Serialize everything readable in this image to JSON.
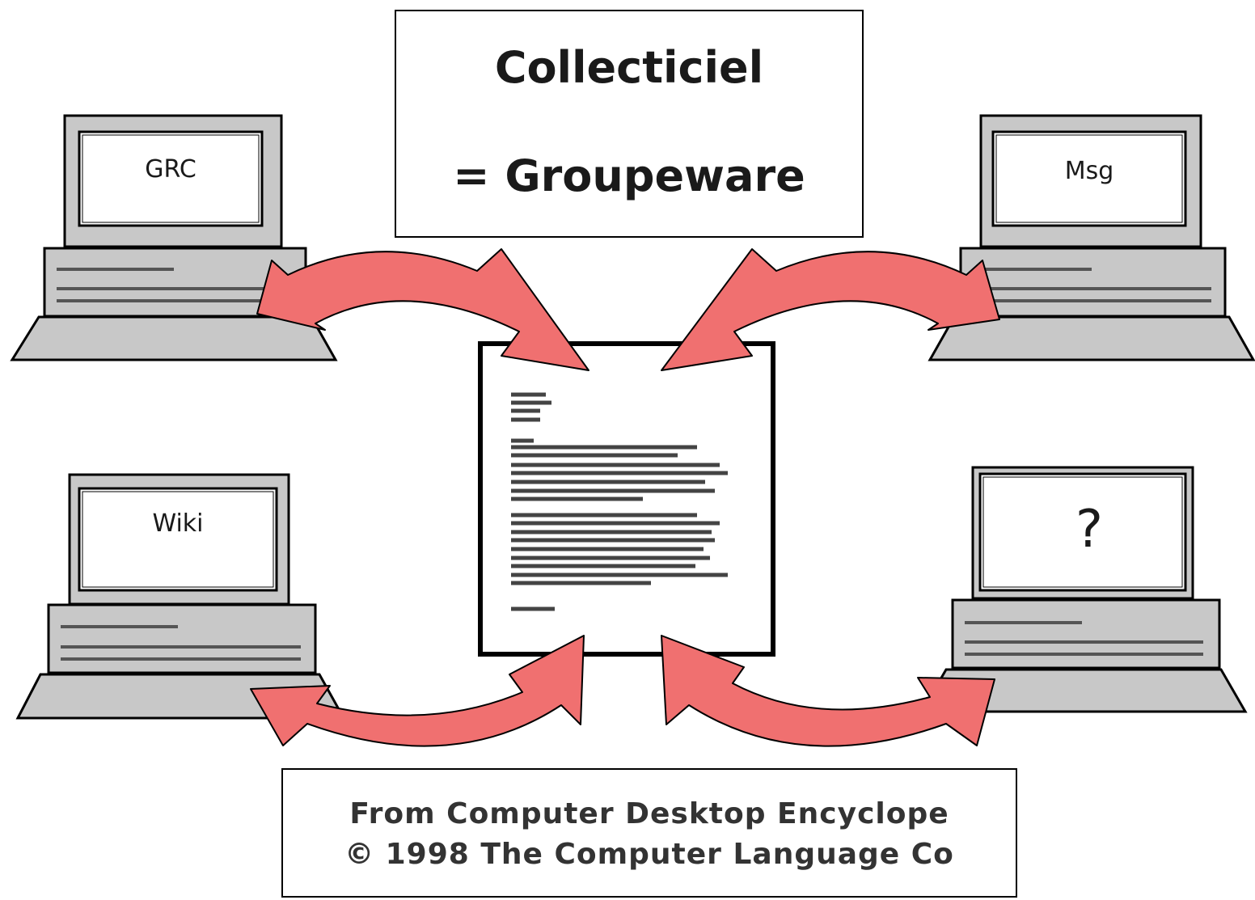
{
  "title": {
    "line1": "Collecticiel",
    "line2": "= Groupeware"
  },
  "computers": {
    "top_left": "GRC",
    "top_right": "Msg",
    "bottom_left": "Wiki",
    "bottom_right": "?"
  },
  "credit": {
    "line1": "From Computer Desktop Encyclope",
    "line2": "© 1998 The Computer Language Co"
  },
  "colors": {
    "arrow_fill": "#f07070",
    "arrow_stroke": "#000000",
    "computer_gray": "#c8c8c8",
    "outline": "#000000"
  }
}
